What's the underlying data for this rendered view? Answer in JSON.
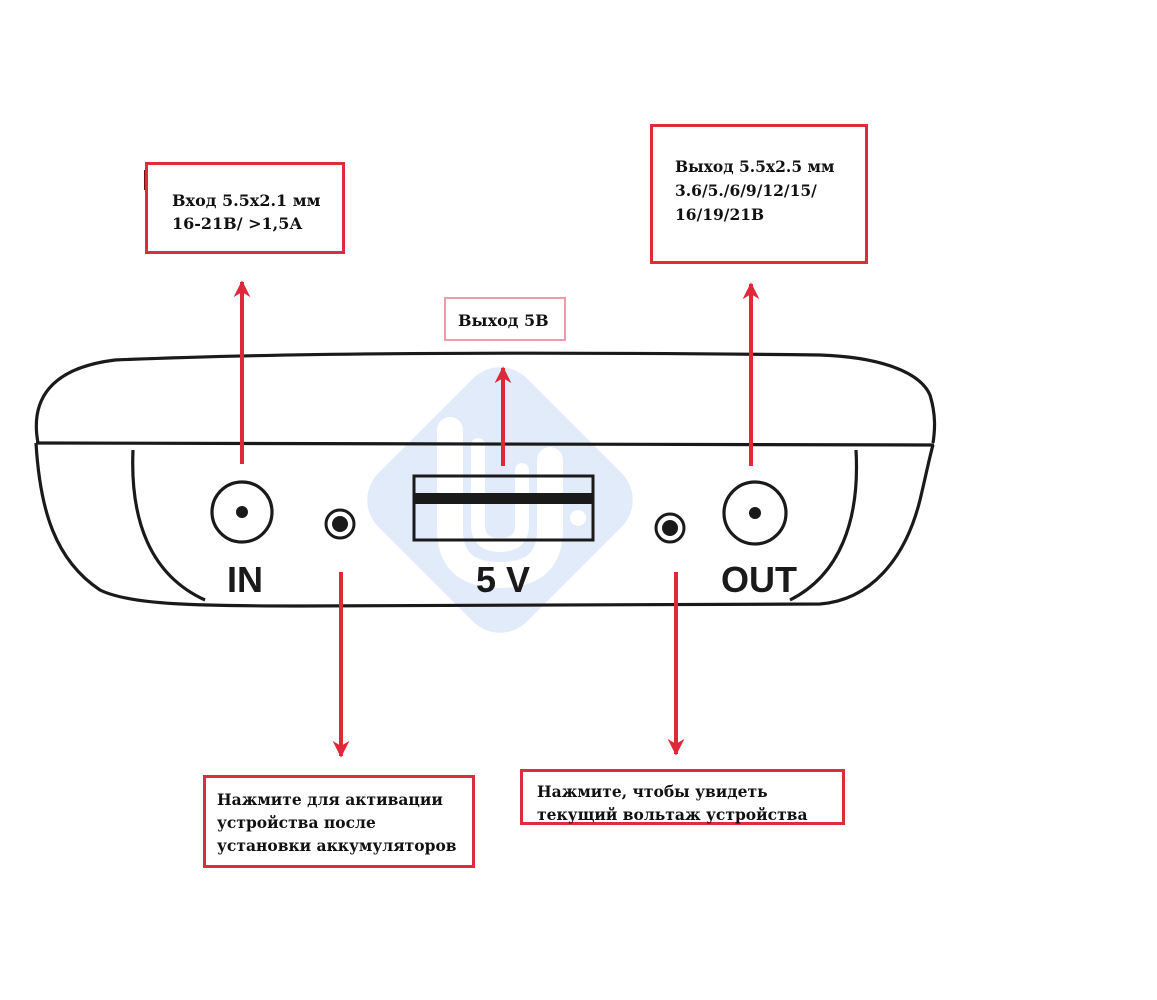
{
  "device": {
    "port_labels": {
      "in": "IN",
      "usb": "5 V",
      "out": "OUT"
    }
  },
  "callouts": {
    "input": {
      "lines": [
        "Вход 5.5x2.1 мм",
        "16-21В/ >1,5А"
      ]
    },
    "usb_output": {
      "lines": [
        "Выход 5В"
      ]
    },
    "dc_output": {
      "lines": [
        "Выход 5.5x2.5 мм",
        "3.6/5./6/9/12/15/",
        "16/19/21В"
      ]
    },
    "activate_button": {
      "lines": [
        "Нажмите для активации",
        "устройства после",
        "установки аккумуляторов"
      ]
    },
    "voltage_button": {
      "lines": [
        "Нажмите, чтобы увидеть",
        "текущий вольтаж устройства"
      ]
    }
  },
  "colors": {
    "arrow": "#e0283b",
    "callout_border": "#dc2d3d",
    "outline": "#1a1a1a",
    "watermark": "#c9dcf5"
  }
}
